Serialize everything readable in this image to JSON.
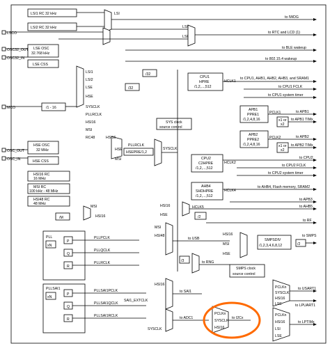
{
  "title": "Clock tree",
  "pins": {
    "lsco": "LSCO",
    "osc32_out": "OSC32_OUT",
    "osc32_in": "OSC32_IN",
    "mco": "MCO",
    "osc_out": "OSC_OUT",
    "osc_in": "OSC_IN"
  },
  "sources": {
    "lsi1": "LSI1 RC 32 kHz",
    "lsi2": "LSI2 RC 32 kHz",
    "lse_osc": [
      "LSE OSC",
      "32.768 kHz"
    ],
    "lse_css": "LSE CSS",
    "hse_osc": [
      "HSE OSC",
      "32 MHz"
    ],
    "hse_css": "HSE CSS",
    "hsi16": [
      "HSI16 RC",
      "16 MHz"
    ],
    "msi": [
      "MSI RC",
      "100 kHz - 48 MHz"
    ],
    "hsi48": [
      "HSI48 RC",
      "48 MHz"
    ]
  },
  "dividers": {
    "mco_div": "/1 - 16",
    "div32_a": "/32",
    "div32_b": "/32",
    "div_m": "/M",
    "div2": "/2",
    "div3": "/3",
    "div2_rf": "/2",
    "hseprediv": "HSEPRE/1,2"
  },
  "signals": {
    "lsi": "LSI",
    "lse": "LSE",
    "lsi1": "LSI1",
    "lsi2": "LSI2",
    "hse": "HSE",
    "msi": "MSI",
    "hsi16": "HSI16",
    "hsi48": "HSI48",
    "sysclk": "SYSCLK",
    "pllrclk": "PLLRCLK",
    "rc48": "RC48",
    "hclk1": "HCLK1",
    "hclk2": "HCLK2",
    "hclk4": "HCLK4",
    "hclk5": "HCLK5",
    "pclk1": "PCLK1",
    "pclk2": "PCLK2",
    "pllpclk": "PLLPCLK",
    "pllqclk": "PLLQCLK",
    "pllsai1pclk": "PLLSAI1PCLK",
    "pllsai1qclk": "PLLSAI1QCLK",
    "pllsai1rclk": "PLLSAI1RCLK",
    "sai1_extclk": "SAI1_EXTCLK"
  },
  "blocks": {
    "sys_clock": [
      "SYS clock",
      "source control"
    ],
    "cpu1": [
      "CPU1",
      "HPRE",
      "/1,2,...,512"
    ],
    "cpu2": [
      "CPU2",
      "C2HPRE",
      "/1,2,...,512"
    ],
    "ahb4": [
      "AHB4",
      "SHDHPRE",
      "/1,2,...,512"
    ],
    "apb1": [
      "APB1",
      "PPRE1",
      "/1,2,4,8,16"
    ],
    "apb2": [
      "APB2",
      "PPRE2",
      "/1,2,4,8,16"
    ],
    "apb_x1": "x1 or",
    "apb_x2": "x2",
    "smps_div": [
      "SMPSDIV",
      "/1,2,3,4,6,8,12"
    ],
    "smps_clock": [
      "SMPS clock",
      "source control"
    ],
    "pll": "PLL",
    "pllsai1": "PLLSAI1",
    "xn": "xN",
    "p": "P",
    "q": "Q",
    "r": "R"
  },
  "outputs": {
    "iwdg": "to IWDG",
    "rtc_lcd": "to RTC and LCD (1)",
    "ble": "to BLE wakeup",
    "ieee": "to 802.15.4 wakeup",
    "cpu1_bus": "to CPU1, AHB1, AHB2, AHB3, and SRAM1",
    "cpu1_fclk": "to CPU1 FCLK",
    "cpu1_timer": "to CPU1 system timer",
    "apb1": "to APB1",
    "apb1_tim": "to APB1 TIMx",
    "apb2": "to APB2",
    "apb2_tim": "to APB2 TIMx",
    "cpu2": "to CPU2",
    "cpu2_fclk": "to CPU2 FCLK",
    "cpu2_timer": "to CPU2 system timer",
    "ahb4": "to AHB4, Flash memory, SRAM2",
    "apb3": "to APB3",
    "ahb5": "to AHB5",
    "rf": "to RF",
    "smps": "to SMPS",
    "usb": "to USB",
    "rng": "to RNG",
    "sai1": "to SAI1",
    "adc1": "to ADC1",
    "usart1": "to USART1",
    "lpuart1": "to LPUART1",
    "i2c": "to I2Cx",
    "lptim": "to LPTIMx"
  },
  "peripheral_mux": {
    "usart": [
      "PCLKn",
      "SYSCLK",
      "HSI16",
      "LSE"
    ],
    "i2c": [
      "PCLKn",
      "SYSCLK",
      "HSI16"
    ],
    "lptim": [
      "PCLKn",
      "HSI16",
      "LSI",
      "LSE"
    ]
  },
  "colors": {
    "highlight": "#ff6a00",
    "line": "#000000",
    "background": "#ffffff"
  }
}
